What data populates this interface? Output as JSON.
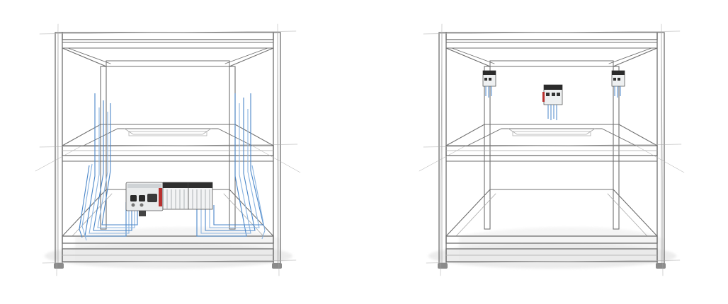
{
  "colors": {
    "frame_line": "#6f6f6f",
    "frame_light": "#a9a9a9",
    "cable_primary": "#4a86c8",
    "cable_secondary": "#8bb4e0",
    "module_body": "#e9ebec",
    "module_dark": "#2b2b2b",
    "shadow": "#cfcfcf"
  },
  "diagrams": [
    {
      "id": "central",
      "description_none_printed": "",
      "has_central_cabinet": true,
      "io_modules_distributed": 0
    },
    {
      "id": "decentral",
      "description_none_printed": "",
      "has_central_cabinet": false,
      "io_modules_distributed": 3
    }
  ]
}
